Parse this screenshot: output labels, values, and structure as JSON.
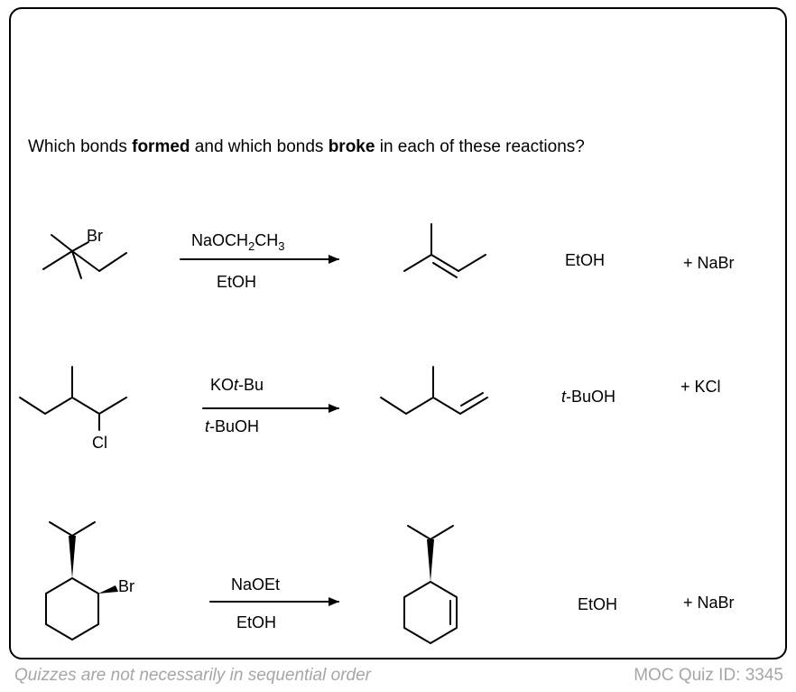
{
  "question": {
    "before_formed": "Which bonds ",
    "formed": "formed",
    "middle": " and which bonds ",
    "broke": "broke",
    "after": " in each of these reactions?"
  },
  "reactions": [
    {
      "substituent": "Br",
      "reagent_prefix": "NaOCH",
      "reagent_sub1": "2",
      "reagent_mid": "CH",
      "reagent_sub2": "3",
      "solvent": "EtOH",
      "byproduct": "EtOH",
      "salt": "+ NaBr"
    },
    {
      "substituent": "Cl",
      "reagent_prefix": "KO",
      "reagent_italic": "t",
      "reagent_suffix": "-Bu",
      "solvent_italic": "t",
      "solvent_suffix": "-BuOH",
      "byproduct_italic": "t",
      "byproduct_suffix": "-BuOH",
      "salt": "+ KCl"
    },
    {
      "substituent": "Br",
      "reagent": "NaOEt",
      "solvent": "EtOH",
      "byproduct": "EtOH",
      "salt": "+ NaBr"
    }
  ],
  "footer": {
    "note": "Quizzes are not necessarily in sequential order",
    "quiz_id": "MOC Quiz ID: 3345"
  }
}
